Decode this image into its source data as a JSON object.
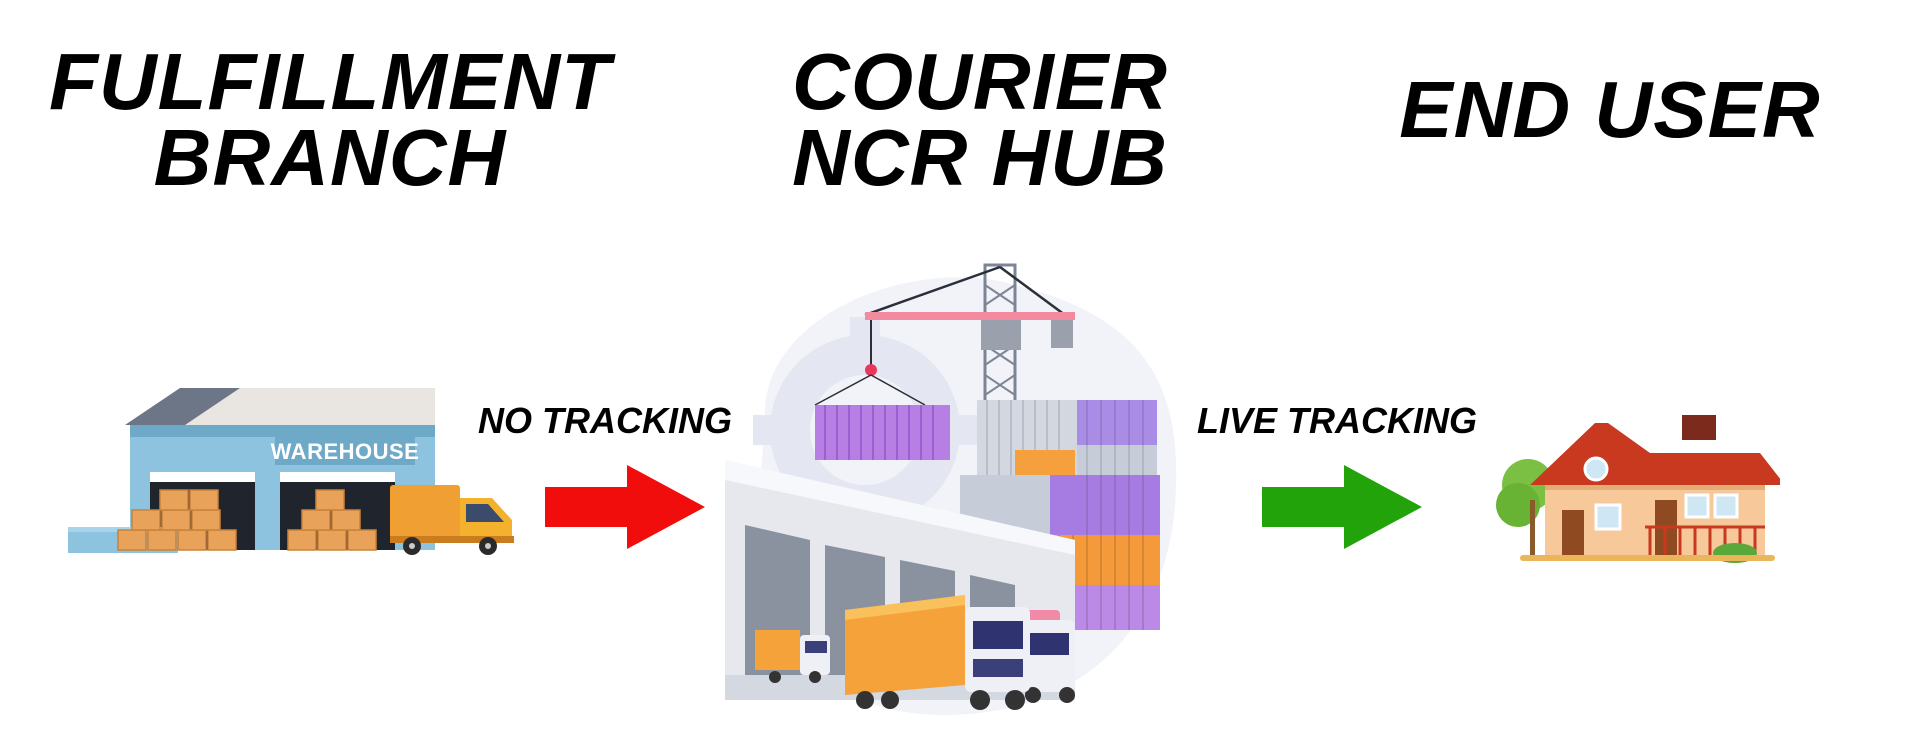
{
  "titles": {
    "fulfillment_line1": "FULFILLMENT",
    "fulfillment_line2": "BRANCH",
    "courier_line1": "COURIER",
    "courier_line2": "NCR HUB",
    "end_user": "END USER"
  },
  "warehouse": {
    "sign": "WAREHOUSE"
  },
  "arrows": {
    "left_label": "NO TRACKING",
    "right_label": "LIVE TRACKING",
    "left_color": "#f20d0d",
    "right_color": "#22a30a"
  },
  "icons": {
    "source": "warehouse-icon",
    "hub": "logistics-hub-icon",
    "destination": "house-icon"
  }
}
